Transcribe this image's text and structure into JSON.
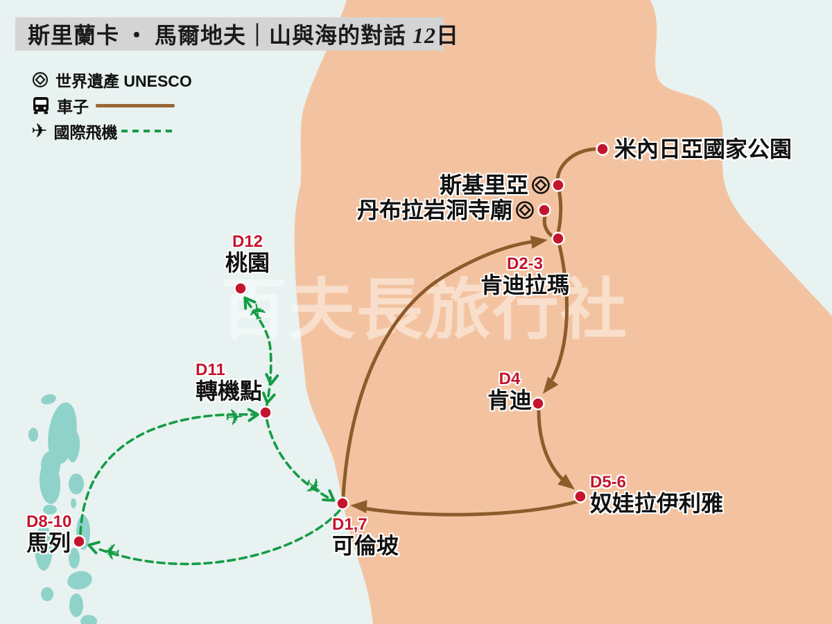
{
  "header": {
    "title": "斯里蘭卡 ・ 馬爾地夫｜山與海的對話",
    "day_num": "12",
    "day_unit": "日"
  },
  "legend": {
    "items": [
      {
        "icon": "unesco-icon",
        "label": "世界遺產 UNESCO"
      },
      {
        "icon": "bus-icon",
        "label": "車子",
        "line": "solid-brown"
      },
      {
        "icon": "airplane-icon",
        "label": "國際飛機",
        "line": "dashed-green"
      }
    ]
  },
  "watermark": "百夫長旅行社",
  "locations": [
    {
      "id": "minneriya",
      "day": "",
      "name": "米內日亞國家公園",
      "unesco": false
    },
    {
      "id": "sigiriya",
      "day": "",
      "name": "斯基里亞",
      "unesco": true
    },
    {
      "id": "dambulla",
      "day": "",
      "name": "丹布拉岩洞寺廟",
      "unesco": true
    },
    {
      "id": "kandalama",
      "day": "D2-3",
      "name": "肯迪拉瑪",
      "unesco": false
    },
    {
      "id": "kandy",
      "day": "D4",
      "name": "肯迪",
      "unesco": false
    },
    {
      "id": "nuwara-eliya",
      "day": "D5-6",
      "name": "奴娃拉伊利雅",
      "unesco": false
    },
    {
      "id": "colombo",
      "day": "D1,7",
      "name": "可倫坡",
      "unesco": false
    },
    {
      "id": "male",
      "day": "D8-10",
      "name": "馬列",
      "unesco": false
    },
    {
      "id": "transfer",
      "day": "D11",
      "name": "轉機點",
      "unesco": false
    },
    {
      "id": "taoyuan",
      "day": "D12",
      "name": "桃園",
      "unesco": false
    }
  ],
  "routes": {
    "bus_routes": [
      {
        "from": "可倫坡",
        "to": "肯迪拉瑪"
      },
      {
        "from": "肯迪拉瑪",
        "to": "斯基里亞"
      },
      {
        "from": "斯基里亞",
        "to": "米內日亞國家公園"
      },
      {
        "from": "丹布拉岩洞寺廟",
        "to": "肯迪拉瑪"
      },
      {
        "from": "肯迪拉瑪",
        "to": "肯迪"
      },
      {
        "from": "肯迪",
        "to": "奴娃拉伊利雅"
      },
      {
        "from": "奴娃拉伊利雅",
        "to": "可倫坡"
      }
    ],
    "flight_routes": [
      {
        "from": "桃園",
        "to": "轉機點"
      },
      {
        "from": "轉機點",
        "to": "可倫坡"
      },
      {
        "from": "可倫坡",
        "to": "馬列"
      },
      {
        "from": "馬列",
        "to": "轉機點"
      },
      {
        "from": "轉機點",
        "to": "桃園"
      }
    ]
  },
  "colors": {
    "sea": "#e8f2f0",
    "land": "#f3c3a1",
    "islands": "#8fd2ca",
    "bus_route": "#8d5c2b",
    "flight_route": "#149c45",
    "marker_red": "#c4152e",
    "header_bar": "#d4d4d4",
    "watermark_white": "rgba(255,255,255,0.45)"
  }
}
